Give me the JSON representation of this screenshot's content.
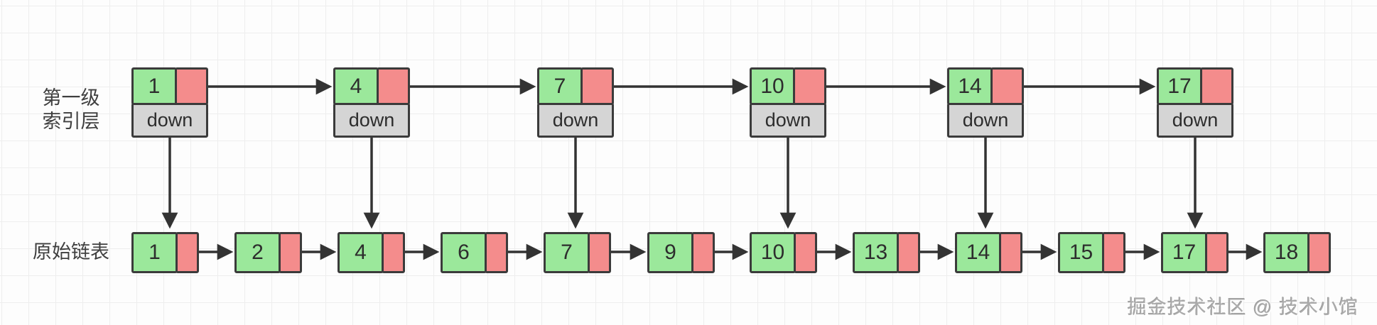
{
  "labels": {
    "index_layer_line1": "第一级",
    "index_layer_line2": "索引层",
    "original_list": "原始链表"
  },
  "index_layer": {
    "nodes": [
      {
        "value": "1",
        "down_label": "down"
      },
      {
        "value": "4",
        "down_label": "down"
      },
      {
        "value": "7",
        "down_label": "down"
      },
      {
        "value": "10",
        "down_label": "down"
      },
      {
        "value": "14",
        "down_label": "down"
      },
      {
        "value": "17",
        "down_label": "down"
      }
    ]
  },
  "original_list": {
    "nodes": [
      {
        "value": "1"
      },
      {
        "value": "2"
      },
      {
        "value": "4"
      },
      {
        "value": "6"
      },
      {
        "value": "7"
      },
      {
        "value": "9"
      },
      {
        "value": "10"
      },
      {
        "value": "13"
      },
      {
        "value": "14"
      },
      {
        "value": "15"
      },
      {
        "value": "17"
      },
      {
        "value": "18"
      }
    ]
  },
  "watermark": "掘金技术社区 @ 技术小馆",
  "colors": {
    "node_green": "#9BE89B",
    "node_pink": "#F48C8C",
    "down_gray": "#D5D5D5",
    "border": "#3B3B3B",
    "arrow": "#333333",
    "grid_line": "#EEEEEE",
    "background": "#FDFDFD",
    "label_text": "#3F3F3F",
    "number_text": "#2D2D2D",
    "watermark_text": "#ABABAB"
  }
}
